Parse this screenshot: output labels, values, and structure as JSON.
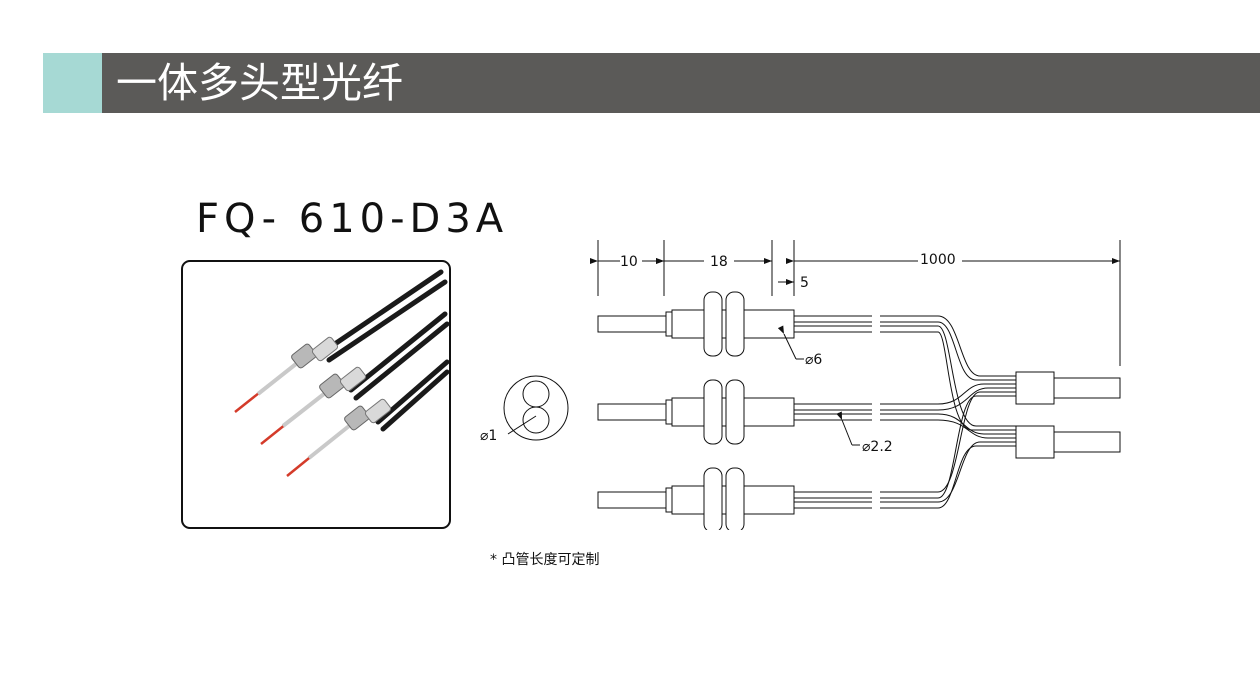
{
  "header": {
    "title": "一体多头型光纤",
    "accent_color": "#a6d9d4",
    "bar_color": "#5b5a58"
  },
  "product": {
    "model": "FQ- 610-D3A",
    "photo_icon": "fiber-probe-photo-icon"
  },
  "drawing": {
    "dimensions": {
      "tip_length": "10",
      "body_length": "18",
      "tail_length": "5",
      "cable_length": "1000",
      "body_diameter": "⌀6",
      "cable_diameter": "⌀2.2",
      "fiber_diameter": "⌀1"
    }
  },
  "note": "* 凸管长度可定制"
}
